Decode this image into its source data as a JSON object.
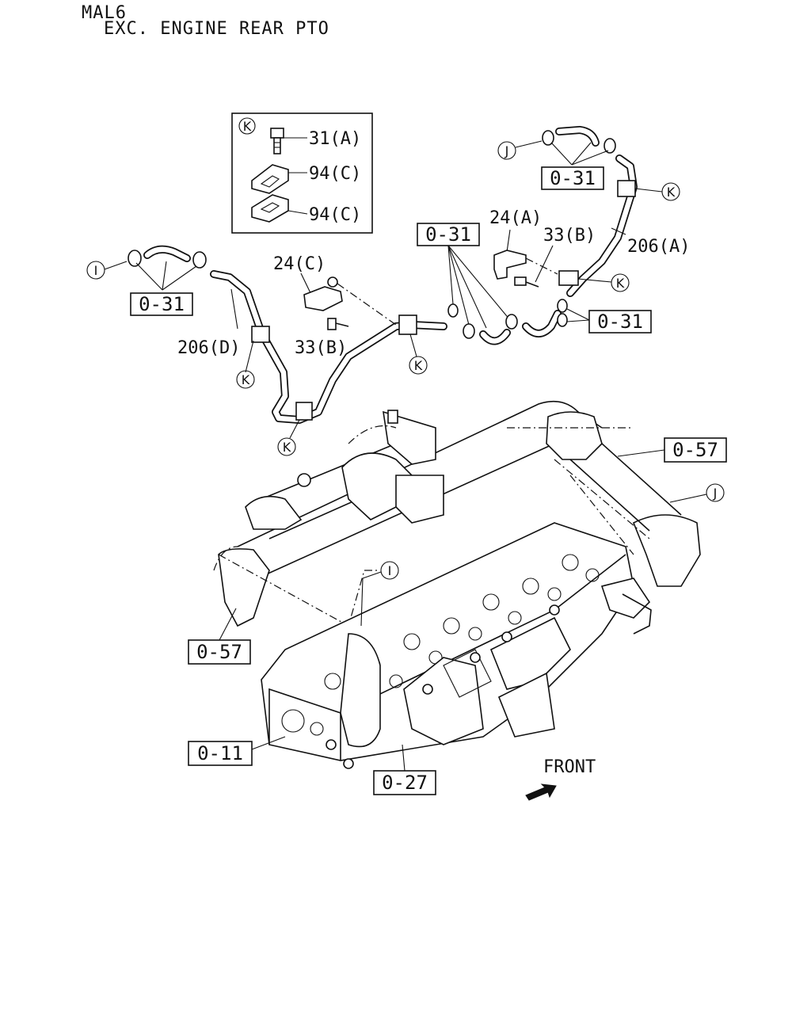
{
  "header": {
    "model": "MAL6",
    "condition": "EXC. ENGINE REAR PTO"
  },
  "legend_box": {
    "marker": "K",
    "items": [
      {
        "label": "31(A)"
      },
      {
        "label": "94(C)"
      },
      {
        "label": "94(C)"
      }
    ]
  },
  "callouts": {
    "i": "I",
    "j": "J",
    "k": "K"
  },
  "part_labels": {
    "p24a": "24(A)",
    "p24c": "24(C)",
    "p33b_right": "33(B)",
    "p33b_left": "33(B)",
    "p206a": "206(A)",
    "p206d": "206(D)"
  },
  "ref_boxes": {
    "r031_left": "0-31",
    "r031_mid": "0-31",
    "r031_top": "0-31",
    "r031_right": "0-31",
    "r057_right": "0-57",
    "r057_left": "0-57",
    "r011": "0-11",
    "r027": "0-27"
  },
  "front_label": "FRONT"
}
